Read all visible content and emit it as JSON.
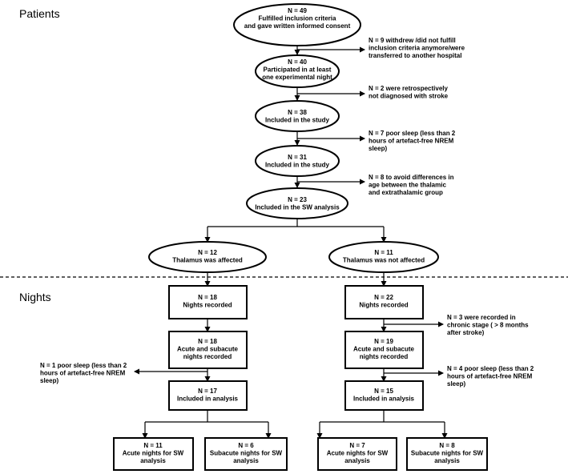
{
  "sections": {
    "patients": "Patients",
    "nights": "Nights"
  },
  "patients": {
    "n49": [
      "N = 49",
      "Fulfilled inclusion criteria",
      "and gave written informed consent"
    ],
    "excl_n9": [
      "N = 9 withdrew /did not fulfill",
      "inclusion criteria anymore/were",
      "transferred to another hospital"
    ],
    "n40": [
      "N = 40",
      "Participated in at least",
      "one experimental night"
    ],
    "excl_n2": [
      "N = 2 were retrospectively",
      "not diagnosed with stroke"
    ],
    "n38": [
      "N = 38",
      "Included in the study"
    ],
    "excl_n7": [
      "N = 7 poor sleep (less than 2",
      "hours of artefact-free NREM",
      "sleep)"
    ],
    "n31": [
      "N = 31",
      "Included in the study"
    ],
    "excl_n8": [
      "N = 8 to avoid differences in",
      "age between the thalamic",
      "and extrathalamic group"
    ],
    "n23": [
      "N = 23",
      "Included in the SW analysis"
    ],
    "n12": [
      "N = 12",
      "Thalamus was affected"
    ],
    "n11": [
      "N = 11",
      "Thalamus was not affected"
    ]
  },
  "nights": {
    "left": {
      "recorded": [
        "N = 18",
        "Nights recorded"
      ],
      "acute_subacute": [
        "N = 18",
        "Acute and subacute",
        "nights recorded"
      ],
      "excl_poor": [
        "N = 1 poor sleep (less than 2",
        "hours of artefact-free NREM",
        "sleep)"
      ],
      "included": [
        "N = 17",
        "Included in analysis"
      ],
      "acute": [
        "N = 11",
        "Acute nights for SW",
        "analysis"
      ],
      "subacute": [
        "N = 6",
        "Subacute nights for SW",
        "analysis"
      ]
    },
    "right": {
      "recorded": [
        "N = 22",
        "Nights recorded"
      ],
      "excl_chronic": [
        "N = 3 were recorded in",
        "chronic stage ( > 8 months",
        "after stroke)"
      ],
      "acute_subacute": [
        "N = 19",
        "Acute and subacute",
        "nights recorded"
      ],
      "excl_poor": [
        "N = 4 poor sleep (less than 2",
        "hours of artefact-free NREM",
        "sleep)"
      ],
      "included": [
        "N = 15",
        "Included in analysis"
      ],
      "acute": [
        "N = 7",
        "Acute nights for SW",
        "analysis"
      ],
      "subacute": [
        "N = 8",
        "Subacute nights for SW",
        "analysis"
      ]
    }
  }
}
